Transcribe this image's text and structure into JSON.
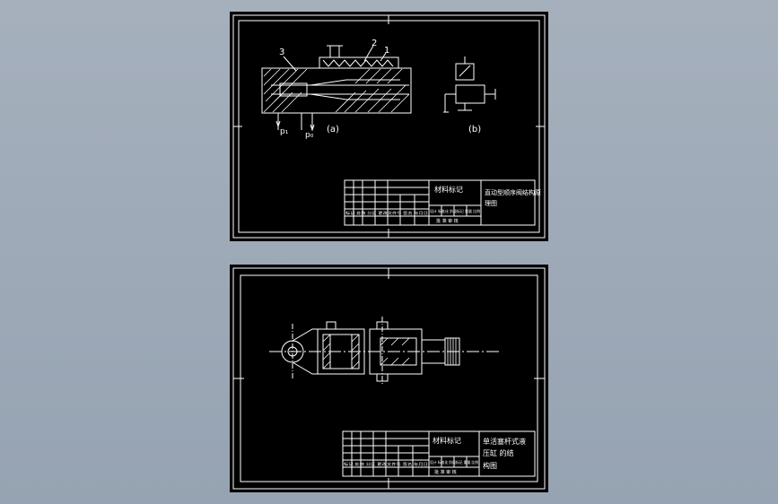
{
  "drawings": [
    {
      "part_labels": [
        "3",
        "2",
        "1"
      ],
      "pressure_labels": [
        "p₁",
        "p₀"
      ],
      "view_labels": [
        "(a)",
        "(b)"
      ],
      "title_block": {
        "header": "材料标记",
        "title_lines": [
          "直动型顺序阀结构原",
          "理图"
        ],
        "row_labels": [
          "标记 处数 分区 更改文件号 签名 年月日",
          "设计 标准化 阶段标记 重量 比例"
        ],
        "approval": "批 准 审 核"
      }
    },
    {
      "title_block": {
        "header": "材料标记",
        "title_lines": [
          "单活塞杆式液",
          "压缸  的结",
          "构图"
        ],
        "row_labels": [
          "标记 处数 分区 更改文件号 签名 年月日",
          "设计 标准化 阶段标记 重量 比例"
        ],
        "approval": "批 准 审 核"
      }
    }
  ],
  "colors": {
    "background": "#9aa6b5",
    "sheet": "#000000",
    "line": "#ffffff"
  }
}
